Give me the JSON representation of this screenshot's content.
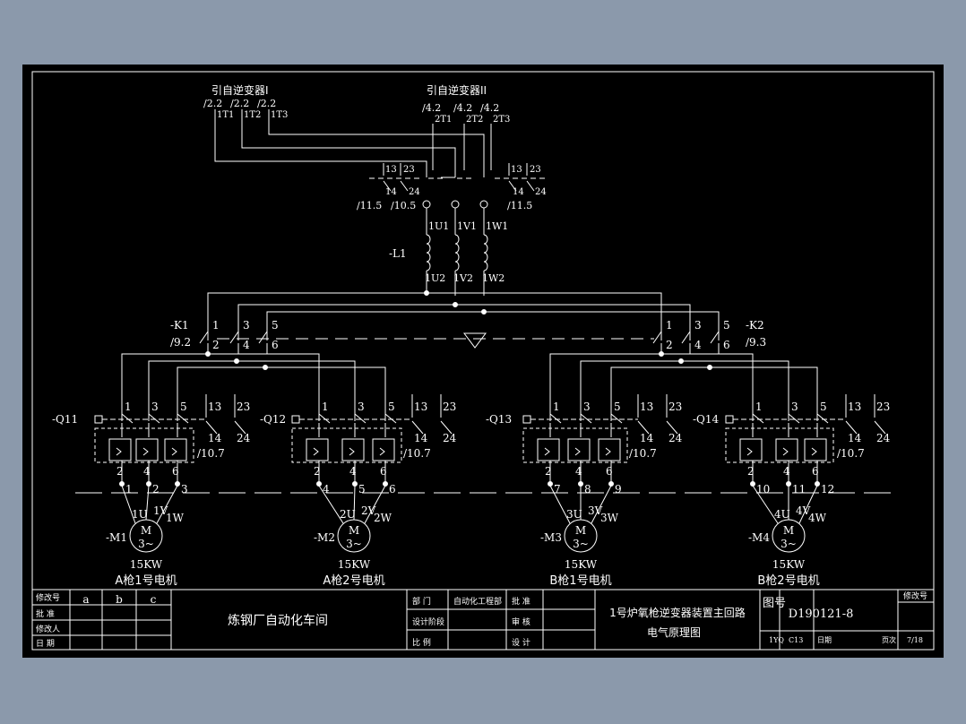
{
  "supply": {
    "inv1": {
      "title": "引自逆变器I",
      "refs": [
        "/2.2",
        "/2.2",
        "/2.2"
      ],
      "terms": [
        "1T1",
        "1T2",
        "1T3"
      ]
    },
    "inv2": {
      "title": "引自逆变器II",
      "refs": [
        "/4.2",
        "/4.2",
        "/4.2"
      ],
      "terms": [
        "2T1",
        "2T2",
        "2T3"
      ]
    }
  },
  "aux_contacts": {
    "left": {
      "n1": "13",
      "n2": "23",
      "n3": "14",
      "n4": "24",
      "ref1": "/11.5",
      "ref2": "/10.5"
    },
    "right": {
      "n1": "13",
      "n2": "23",
      "n3": "14",
      "n4": "24",
      "ref1": "/11.5"
    }
  },
  "reactor": {
    "name": "-L1",
    "top": [
      "1U1",
      "1V1",
      "1W1"
    ],
    "bottom": [
      "1U2",
      "1V2",
      "1W2"
    ]
  },
  "contactors": [
    {
      "name": "-K1",
      "ref": "/9.2",
      "top": [
        "1",
        "3",
        "5"
      ],
      "bottom": [
        "2",
        "4",
        "6"
      ]
    },
    {
      "name": "-K2",
      "ref": "/9.3",
      "top": [
        "1",
        "3",
        "5"
      ],
      "bottom": [
        "2",
        "4",
        "6"
      ]
    }
  ],
  "branches": [
    {
      "breaker": "-Q11",
      "motor": "-M1",
      "aux_ref": "/10.7",
      "terms": [
        "1",
        "2",
        "3"
      ],
      "phases": [
        "1U",
        "1V",
        "1W"
      ],
      "power": "15KW",
      "label": "A枪1号电机"
    },
    {
      "breaker": "-Q12",
      "motor": "-M2",
      "aux_ref": "/10.7",
      "terms": [
        "4",
        "5",
        "6"
      ],
      "phases": [
        "2U",
        "2V",
        "2W"
      ],
      "power": "15KW",
      "label": "A枪2号电机"
    },
    {
      "breaker": "-Q13",
      "motor": "-M3",
      "aux_ref": "/10.7",
      "terms": [
        "7",
        "8",
        "9"
      ],
      "phases": [
        "3U",
        "3V",
        "3W"
      ],
      "power": "15KW",
      "label": "B枪1号电机"
    },
    {
      "breaker": "-Q14",
      "motor": "-M4",
      "aux_ref": "/10.7",
      "terms": [
        "10",
        "11",
        "12"
      ],
      "phases": [
        "4U",
        "4V",
        "4W"
      ],
      "power": "15KW",
      "label": "B枪2号电机"
    }
  ],
  "breaker_contacts": {
    "main_top": [
      "1",
      "3",
      "5"
    ],
    "main_bottom": [
      "2",
      "4",
      "6"
    ],
    "aux_top": [
      "13",
      "23"
    ],
    "aux_bottom": [
      "14",
      "24"
    ]
  },
  "motor_symbol": {
    "letter": "M",
    "phase": "3~"
  },
  "title_block": {
    "rev_headers": [
      "修改号",
      "a",
      "b",
      "c"
    ],
    "rev_rows": [
      "批  准",
      "修改人",
      "日  期"
    ],
    "workshop": "炼钢厂自动化车间",
    "dept_label": "部    门",
    "dept_value": "自动化工程部",
    "stage_label": "设计阶段",
    "scale_label": "比    例",
    "approve_label": "批  准",
    "review_label": "审  核",
    "design_label": "设  计",
    "title1": "1号炉氧枪逆变器装置主回路",
    "title2": "电气原理图",
    "drawing_no_label": "图号",
    "drawing_no": "D190121-8",
    "rev_label": "修改号",
    "code1": "1YQ",
    "code2": "C13",
    "date_label": "日期",
    "page_label": "页次",
    "page": "7/18"
  }
}
